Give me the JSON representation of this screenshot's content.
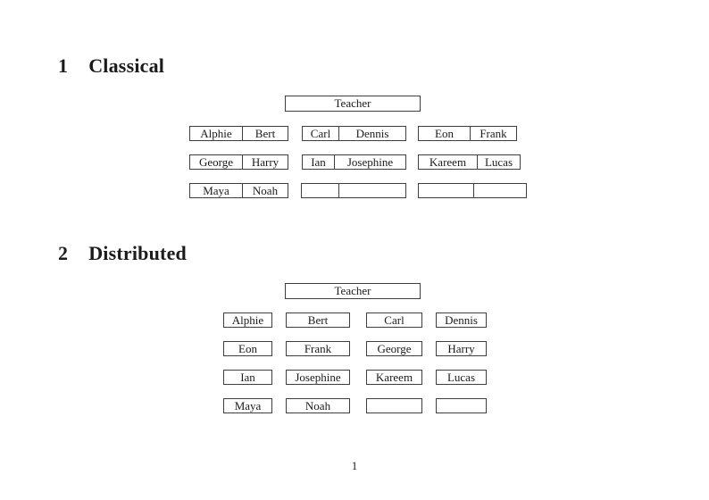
{
  "document": {
    "page_number": "1",
    "text_color": "#1b1b1b",
    "border_color": "#3f3f3f",
    "background_color": "#ffffff"
  },
  "sections": [
    {
      "number": "1",
      "title": "Classical",
      "teacher_label": "Teacher",
      "rows": [
        [
          {
            "left": "Alphie",
            "right": "Bert"
          },
          {
            "left": "Carl",
            "right": "Dennis"
          },
          {
            "left": "Eon",
            "right": "Frank"
          }
        ],
        [
          {
            "left": "George",
            "right": "Harry"
          },
          {
            "left": "Ian",
            "right": "Josephine"
          },
          {
            "left": "Kareem",
            "right": "Lucas"
          }
        ],
        [
          {
            "left": "Maya",
            "right": "Noah"
          },
          {
            "left": "",
            "right": ""
          },
          {
            "left": "",
            "right": ""
          }
        ]
      ]
    },
    {
      "number": "2",
      "title": "Distributed",
      "teacher_label": "Teacher",
      "rows": [
        [
          "Alphie",
          "Bert",
          "Carl",
          "Dennis"
        ],
        [
          "Eon",
          "Frank",
          "George",
          "Harry"
        ],
        [
          "Ian",
          "Josephine",
          "Kareem",
          "Lucas"
        ],
        [
          "Maya",
          "Noah",
          "",
          ""
        ]
      ]
    }
  ]
}
